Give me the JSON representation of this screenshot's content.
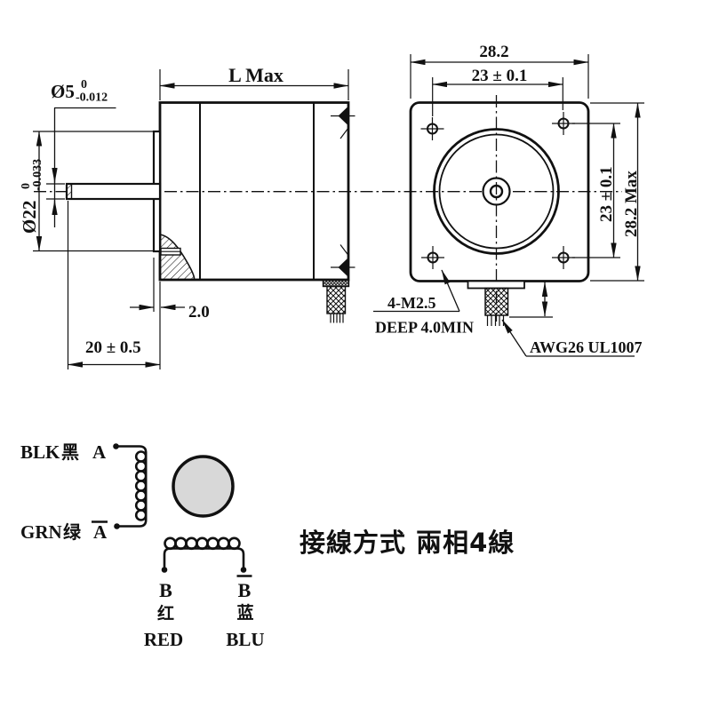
{
  "colors": {
    "ink": "#111111",
    "background": "#ffffff",
    "rotor_fill": "#d8d8d8"
  },
  "side_view": {
    "length_label": "L Max",
    "shaft_diameter": {
      "nominal": "Ø5",
      "tol_upper": "0",
      "tol_lower": "-0.012"
    },
    "pilot_diameter": {
      "nominal": "Ø22",
      "tol_upper": "0",
      "tol_lower": "-0.033"
    },
    "pilot_thickness": "2.0",
    "shaft_length": "20 ± 0.5"
  },
  "front_view": {
    "overall_width": "28.2",
    "hole_spacing_horizontal": "23 ± 0.1",
    "hole_spacing_vertical": "23 ± 0.1",
    "overall_height": "28.2 Max",
    "mounting_holes": "4-M2.5",
    "hole_depth": "DEEP 4.0MIN",
    "lead_wire_spec": "AWG26 UL1007"
  },
  "wiring_diagram": {
    "caption": "接線方式 兩相4線",
    "phase_a": {
      "code": "BLK",
      "cn": "黑",
      "terminal": "A"
    },
    "phase_a_bar": {
      "code": "GRN",
      "cn": "绿",
      "terminal": "A"
    },
    "phase_b": {
      "terminal": "B",
      "cn": "红",
      "code": "RED"
    },
    "phase_b_bar": {
      "terminal": "B",
      "cn": "蓝",
      "code": "BLU"
    }
  }
}
